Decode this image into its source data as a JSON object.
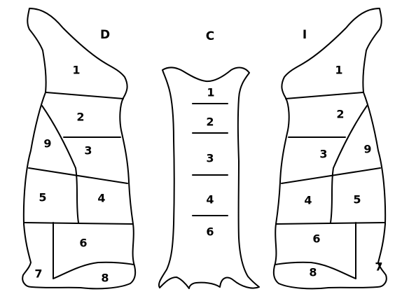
{
  "titles": {
    "left": "D",
    "center": "C",
    "right": "I"
  },
  "left_cuts": [
    "1",
    "2",
    "9",
    "3",
    "5",
    "4",
    "6",
    "7",
    "8"
  ],
  "center_cuts": [
    "1",
    "2",
    "3",
    "4",
    "6"
  ],
  "right_cuts": [
    "1",
    "2",
    "3",
    "9",
    "4",
    "5",
    "6",
    "8",
    "7"
  ]
}
